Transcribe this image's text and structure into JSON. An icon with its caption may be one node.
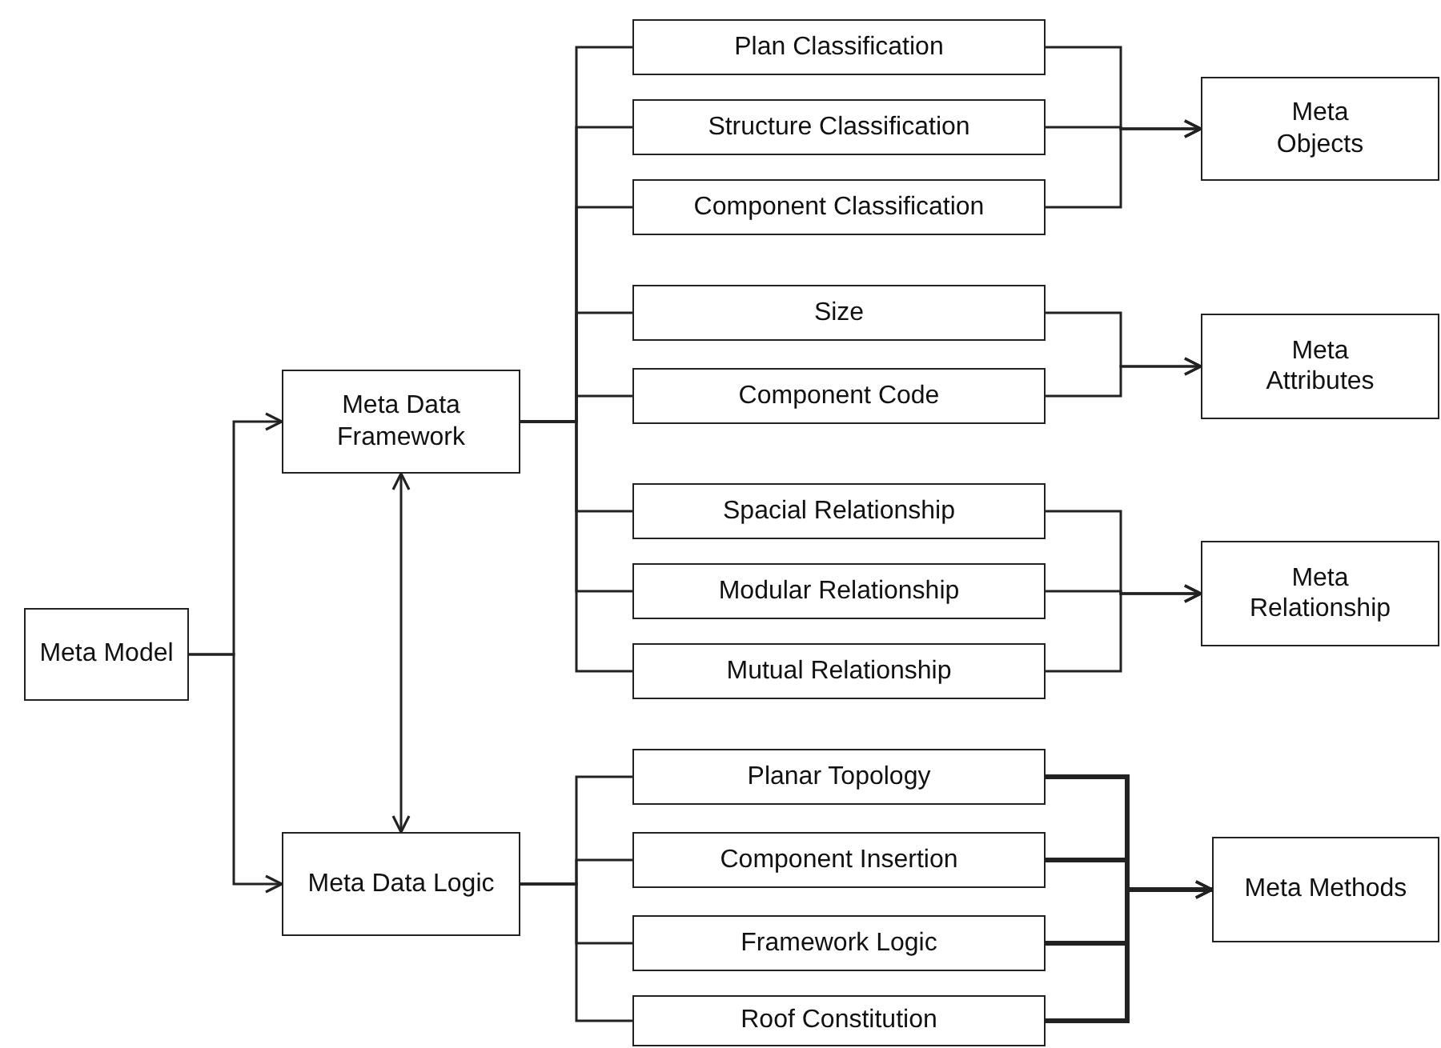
{
  "diagram": {
    "nodes": [
      {
        "text": [
          "Meta Model"
        ]
      },
      {
        "text": [
          "Meta Data Framework"
        ]
      },
      {
        "text": [
          "Meta Data Logic"
        ]
      },
      {
        "text": [
          "Plan Classification"
        ]
      },
      {
        "text": [
          "Structure Classification"
        ]
      },
      {
        "text": [
          "Component Classification"
        ]
      },
      {
        "text": [
          "Size"
        ]
      },
      {
        "text": [
          "Component Code"
        ]
      },
      {
        "text": [
          "Spacial Relationship"
        ]
      },
      {
        "text": [
          "Modular Relationship"
        ]
      },
      {
        "text": [
          "Mutual Relationship"
        ]
      },
      {
        "text": [
          "Planar Topology"
        ]
      },
      {
        "text": [
          "Component Insertion"
        ]
      },
      {
        "text": [
          "Framework Logic"
        ]
      },
      {
        "text": [
          "Roof Constitution"
        ]
      },
      {
        "text": [
          "Meta Objects"
        ]
      },
      {
        "text": [
          "Meta Attributes"
        ]
      },
      {
        "text": [
          "Meta Relationship"
        ]
      },
      {
        "text": [
          "Meta Methods"
        ]
      }
    ],
    "edges": [
      {
        "from": 0,
        "to": 1,
        "arrow": "to"
      },
      {
        "from": 0,
        "to": 2,
        "arrow": "to"
      },
      {
        "from": 1,
        "to": 2,
        "arrow": "both"
      },
      {
        "from": 1,
        "to": 3,
        "arrow": "none"
      },
      {
        "from": 1,
        "to": 4,
        "arrow": "none"
      },
      {
        "from": 1,
        "to": 5,
        "arrow": "none"
      },
      {
        "from": 1,
        "to": 6,
        "arrow": "none"
      },
      {
        "from": 1,
        "to": 7,
        "arrow": "none"
      },
      {
        "from": 1,
        "to": 8,
        "arrow": "none"
      },
      {
        "from": 1,
        "to": 9,
        "arrow": "none"
      },
      {
        "from": 1,
        "to": 10,
        "arrow": "none"
      },
      {
        "from": 2,
        "to": 11,
        "arrow": "none"
      },
      {
        "from": 2,
        "to": 12,
        "arrow": "none"
      },
      {
        "from": 2,
        "to": 13,
        "arrow": "none"
      },
      {
        "from": 2,
        "to": 14,
        "arrow": "none"
      },
      {
        "from": 3,
        "to": 15,
        "arrow": "to"
      },
      {
        "from": 4,
        "to": 15,
        "arrow": "to"
      },
      {
        "from": 5,
        "to": 15,
        "arrow": "to"
      },
      {
        "from": 6,
        "to": 16,
        "arrow": "to"
      },
      {
        "from": 7,
        "to": 16,
        "arrow": "to"
      },
      {
        "from": 8,
        "to": 17,
        "arrow": "to"
      },
      {
        "from": 9,
        "to": 17,
        "arrow": "to"
      },
      {
        "from": 10,
        "to": 17,
        "arrow": "to"
      },
      {
        "from": 11,
        "to": 18,
        "arrow": "to",
        "style": "thick"
      },
      {
        "from": 12,
        "to": 18,
        "arrow": "to",
        "style": "thick"
      },
      {
        "from": 13,
        "to": 18,
        "arrow": "to",
        "style": "thick"
      },
      {
        "from": 14,
        "to": 18,
        "arrow": "to",
        "style": "thick"
      }
    ]
  }
}
